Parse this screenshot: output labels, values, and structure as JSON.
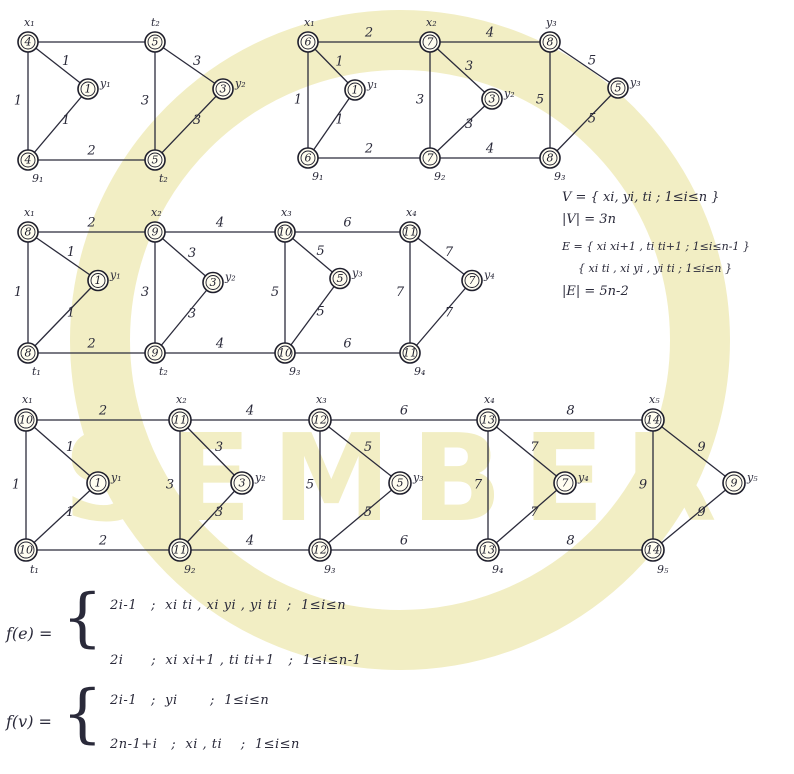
{
  "watermark": {
    "letters": "SEMBER",
    "color": "#f2eec4"
  },
  "graphs": [
    {
      "name": "graph-n1",
      "vertices": [
        {
          "id": "x1",
          "num": "4",
          "label": "x₁"
        },
        {
          "id": "y1",
          "num": "1",
          "label": "y₁"
        },
        {
          "id": "t1",
          "num": "4",
          "label": "9₁"
        },
        {
          "id": "x2",
          "num": "5",
          "label": "t₂"
        },
        {
          "id": "y2",
          "num": "3",
          "label": "y₂"
        },
        {
          "id": "t2",
          "num": "5",
          "label": "t₂"
        }
      ],
      "edges": [
        {
          "from": "x1",
          "to": "x2",
          "label": ""
        },
        {
          "from": "x1",
          "to": "t1",
          "label": "1"
        },
        {
          "from": "x1",
          "to": "y1",
          "label": "1"
        },
        {
          "from": "y1",
          "to": "t1",
          "label": "1"
        },
        {
          "from": "t1",
          "to": "t2",
          "label": "2"
        },
        {
          "from": "x2",
          "to": "t2",
          "label": "3"
        },
        {
          "from": "x2",
          "to": "y2",
          "label": "3"
        },
        {
          "from": "y2",
          "to": "t2",
          "label": "3"
        }
      ]
    },
    {
      "name": "graph-n3",
      "vertices": [
        {
          "id": "x1",
          "num": "6",
          "label": "x₁"
        },
        {
          "id": "y1",
          "num": "1",
          "label": "y₁"
        },
        {
          "id": "t1",
          "num": "6",
          "label": "9₁"
        },
        {
          "id": "x2",
          "num": "7",
          "label": "x₂"
        },
        {
          "id": "y2",
          "num": "3",
          "label": "y₂"
        },
        {
          "id": "t2",
          "num": "7",
          "label": "9₂"
        },
        {
          "id": "x3",
          "num": "8",
          "label": "y₃"
        },
        {
          "id": "y3",
          "num": "5",
          "label": "y₃"
        },
        {
          "id": "t3",
          "num": "8",
          "label": "9₃"
        }
      ],
      "edges": [
        {
          "from": "x1",
          "to": "x2",
          "label": "2"
        },
        {
          "from": "x2",
          "to": "x3",
          "label": "4"
        },
        {
          "from": "x1",
          "to": "t1",
          "label": "1"
        },
        {
          "from": "x1",
          "to": "y1",
          "label": "1"
        },
        {
          "from": "y1",
          "to": "t1",
          "label": "1"
        },
        {
          "from": "t1",
          "to": "t2",
          "label": "2"
        },
        {
          "from": "t2",
          "to": "t3",
          "label": "4"
        },
        {
          "from": "x2",
          "to": "t2",
          "label": "3"
        },
        {
          "from": "x2",
          "to": "y2",
          "label": "3"
        },
        {
          "from": "y2",
          "to": "t2",
          "label": "3"
        },
        {
          "from": "x3",
          "to": "t3",
          "label": "5"
        },
        {
          "from": "x3",
          "to": "y3",
          "label": "5"
        },
        {
          "from": "y3",
          "to": "t3",
          "label": "5"
        }
      ]
    },
    {
      "name": "graph-n4",
      "vertices": [
        {
          "id": "x1",
          "num": "8",
          "label": "x₁"
        },
        {
          "id": "y1",
          "num": "1",
          "label": "y₁"
        },
        {
          "id": "t1",
          "num": "8",
          "label": "t₁"
        },
        {
          "id": "x2",
          "num": "9",
          "label": "x₂"
        },
        {
          "id": "y2",
          "num": "3",
          "label": "y₂"
        },
        {
          "id": "t2",
          "num": "9",
          "label": "t₂"
        },
        {
          "id": "x3",
          "num": "10",
          "label": "x₃"
        },
        {
          "id": "y3",
          "num": "5",
          "label": "y₃"
        },
        {
          "id": "t3",
          "num": "10",
          "label": "9₃"
        },
        {
          "id": "x4",
          "num": "11",
          "label": "x₄"
        },
        {
          "id": "y4",
          "num": "7",
          "label": "y₄"
        },
        {
          "id": "t4",
          "num": "11",
          "label": "9₄"
        }
      ],
      "edges": [
        {
          "from": "x1",
          "to": "x2",
          "label": "2"
        },
        {
          "from": "x2",
          "to": "x3",
          "label": "4"
        },
        {
          "from": "x3",
          "to": "x4",
          "label": "6"
        },
        {
          "from": "x1",
          "to": "t1",
          "label": "1"
        },
        {
          "from": "x1",
          "to": "y1",
          "label": "1"
        },
        {
          "from": "y1",
          "to": "t1",
          "label": "1"
        },
        {
          "from": "t1",
          "to": "t2",
          "label": "2"
        },
        {
          "from": "t2",
          "to": "t3",
          "label": "4"
        },
        {
          "from": "t3",
          "to": "t4",
          "label": "6"
        },
        {
          "from": "x2",
          "to": "t2",
          "label": "3"
        },
        {
          "from": "x2",
          "to": "y2",
          "label": "3"
        },
        {
          "from": "y2",
          "to": "t2",
          "label": "3"
        },
        {
          "from": "x3",
          "to": "t3",
          "label": "5"
        },
        {
          "from": "x3",
          "to": "y3",
          "label": "5"
        },
        {
          "from": "y3",
          "to": "t3",
          "label": "5"
        },
        {
          "from": "x4",
          "to": "t4",
          "label": "7"
        },
        {
          "from": "x4",
          "to": "y4",
          "label": "7"
        },
        {
          "from": "y4",
          "to": "t4",
          "label": "7"
        }
      ]
    },
    {
      "name": "graph-n5",
      "vertices": [
        {
          "id": "x1",
          "num": "10",
          "label": "x₁"
        },
        {
          "id": "y1",
          "num": "1",
          "label": "y₁"
        },
        {
          "id": "t1",
          "num": "10",
          "label": "t₁"
        },
        {
          "id": "x2",
          "num": "11",
          "label": "x₂"
        },
        {
          "id": "y2",
          "num": "3",
          "label": "y₂"
        },
        {
          "id": "t2",
          "num": "11",
          "label": "9₂"
        },
        {
          "id": "x3",
          "num": "12",
          "label": "x₃"
        },
        {
          "id": "y3",
          "num": "5",
          "label": "y₃"
        },
        {
          "id": "t3",
          "num": "12",
          "label": "9₃"
        },
        {
          "id": "x4",
          "num": "13",
          "label": "x₄"
        },
        {
          "id": "y4",
          "num": "7",
          "label": "y₄"
        },
        {
          "id": "t4",
          "num": "13",
          "label": "9₄"
        },
        {
          "id": "x5",
          "num": "14",
          "label": "x₅"
        },
        {
          "id": "y5",
          "num": "9",
          "label": "y₅"
        },
        {
          "id": "t5",
          "num": "14",
          "label": "9₅"
        }
      ],
      "edges": [
        {
          "from": "x1",
          "to": "x2",
          "label": "2"
        },
        {
          "from": "x2",
          "to": "x3",
          "label": "4"
        },
        {
          "from": "x3",
          "to": "x4",
          "label": "6"
        },
        {
          "from": "x4",
          "to": "x5",
          "label": "8"
        },
        {
          "from": "x1",
          "to": "t1",
          "label": "1"
        },
        {
          "from": "x1",
          "to": "y1",
          "label": "1"
        },
        {
          "from": "y1",
          "to": "t1",
          "label": "1"
        },
        {
          "from": "t1",
          "to": "t2",
          "label": "2"
        },
        {
          "from": "t2",
          "to": "t3",
          "label": "4"
        },
        {
          "from": "t3",
          "to": "t4",
          "label": "6"
        },
        {
          "from": "t4",
          "to": "t5",
          "label": "8"
        },
        {
          "from": "x2",
          "to": "t2",
          "label": "3"
        },
        {
          "from": "x2",
          "to": "y2",
          "label": "3"
        },
        {
          "from": "y2",
          "to": "t2",
          "label": "3"
        },
        {
          "from": "x3",
          "to": "t3",
          "label": "5"
        },
        {
          "from": "x3",
          "to": "y3",
          "label": "5"
        },
        {
          "from": "y3",
          "to": "t3",
          "label": "5"
        },
        {
          "from": "x4",
          "to": "t4",
          "label": "7"
        },
        {
          "from": "x4",
          "to": "y4",
          "label": "7"
        },
        {
          "from": "y4",
          "to": "t4",
          "label": "7"
        },
        {
          "from": "x5",
          "to": "t5",
          "label": "9"
        },
        {
          "from": "x5",
          "to": "y5",
          "label": "9"
        },
        {
          "from": "y5",
          "to": "t5",
          "label": "9"
        }
      ]
    }
  ],
  "sets": {
    "v_def": "V = { xi, yi, ti ; 1≤i≤n }",
    "v_size": "|V| = 3n",
    "e_def_1": "E = { xi xi+1 , ti ti+1 ; 1≤i≤n-1 }",
    "e_def_2": "{ xi ti , xi yi , yi ti ; 1≤i≤n }",
    "e_size": "|E| = 5n-2"
  },
  "edge_function": {
    "lhs": "f(e) =",
    "case1": "2i-1   ;  xi ti , xi yi , yi ti  ;  1≤i≤n",
    "case2": "2i      ;  xi xi+1 , ti ti+1   ;  1≤i≤n-1"
  },
  "vertex_function": {
    "lhs": "f(v) =",
    "case1": "2i-1   ;  yi       ;  1≤i≤n",
    "case2": "2n-1+i   ;  xi , ti    ;  1≤i≤n"
  }
}
